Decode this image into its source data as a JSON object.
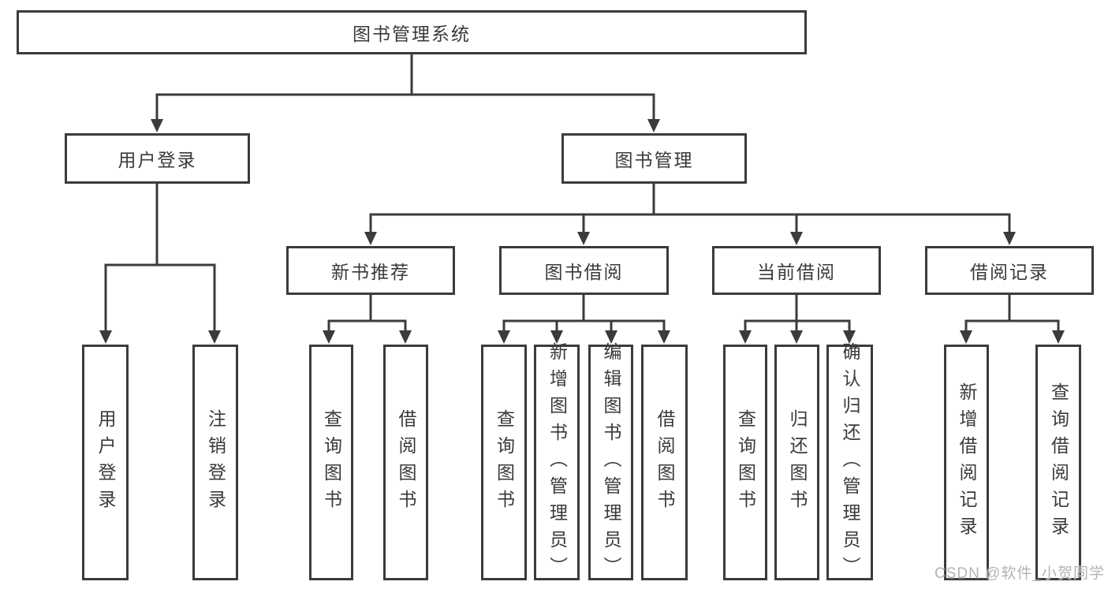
{
  "diagram": {
    "root": {
      "label": "图书管理系统"
    },
    "level2": [
      {
        "label": "用户登录"
      },
      {
        "label": "图书管理"
      }
    ],
    "level3": [
      {
        "label": "新书推荐"
      },
      {
        "label": "图书借阅"
      },
      {
        "label": "当前借阅"
      },
      {
        "label": "借阅记录"
      }
    ],
    "leaves": {
      "user_login": [
        "用户登录",
        "注销登录"
      ],
      "new_book": [
        "查询图书",
        "借阅图书"
      ],
      "book_borrow": [
        "查询图书",
        "新增图书（管理员）",
        "编辑图书（管理员）",
        "借阅图书"
      ],
      "current_borrow": [
        "查询图书",
        "归还图书",
        "确认归还（管理员）"
      ],
      "borrow_record": [
        "新增借阅记录",
        "查询借阅记录"
      ]
    },
    "watermark": "CSDN @软件_小贺同学",
    "colors": {
      "line": "#3b3b3b",
      "text": "#3a3a3a",
      "watermark": "#b3b3b3",
      "background": "#ffffff"
    }
  }
}
